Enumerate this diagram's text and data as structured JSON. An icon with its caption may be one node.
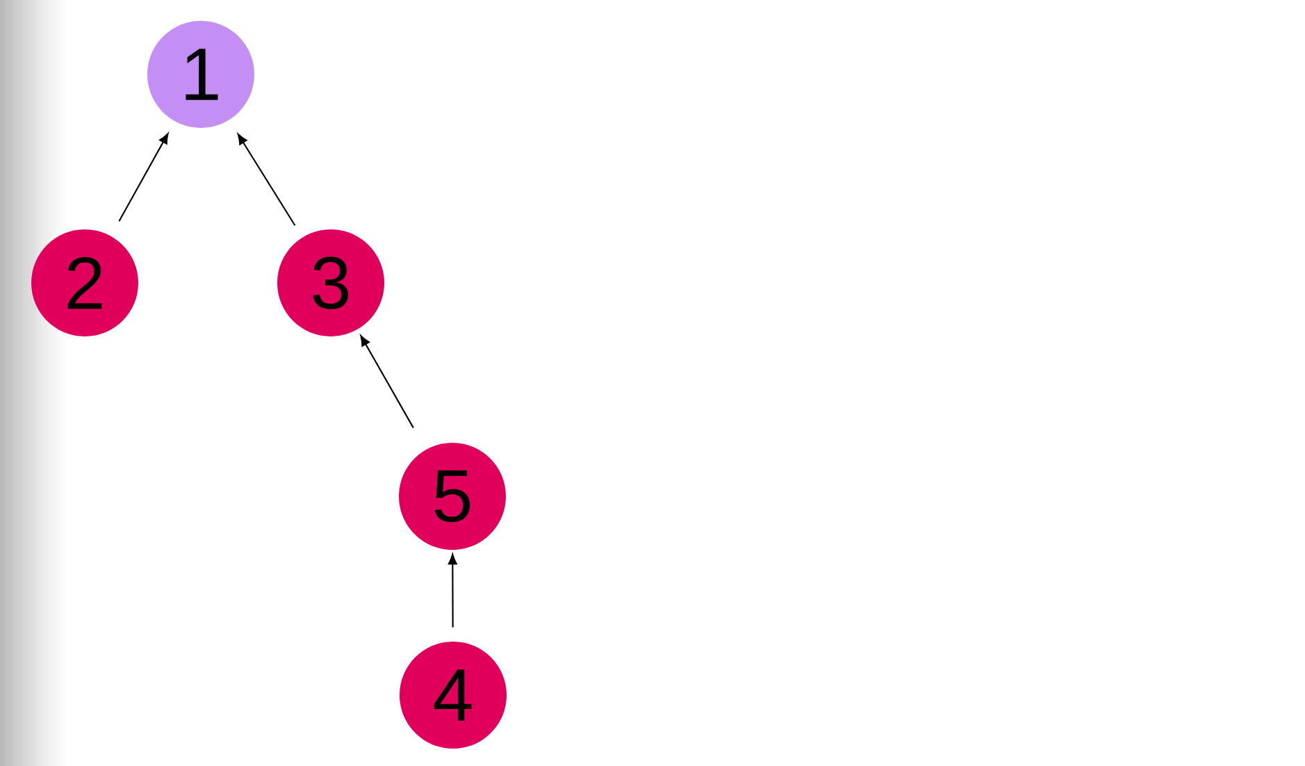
{
  "diagram": {
    "nodes": [
      {
        "text": [
          "1"
        ]
      },
      {
        "text": [
          "2"
        ]
      },
      {
        "text": [
          "3"
        ]
      },
      {
        "text": [
          "5"
        ]
      },
      {
        "text": [
          "4"
        ]
      }
    ],
    "edges": [
      {
        "from": 1,
        "to": 0,
        "arrow": "to"
      },
      {
        "from": 2,
        "to": 0,
        "arrow": "to"
      },
      {
        "from": 3,
        "to": 2,
        "arrow": "to"
      },
      {
        "from": 4,
        "to": 3,
        "arrow": "to"
      }
    ]
  }
}
